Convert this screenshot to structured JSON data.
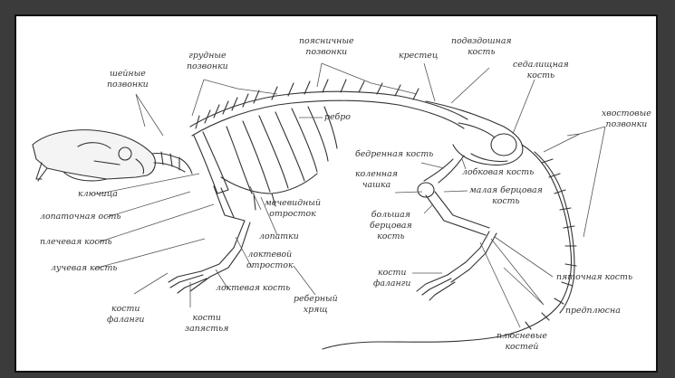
{
  "diagram": {
    "labels": {
      "cervical": "шейные\nпозвонки",
      "thoracic": "грудные\nпозвонки",
      "lumbar": "поясничные\nпозвонки",
      "sacrum": "крестец",
      "ilium": "подвздошная\nкость",
      "ischium": "седалищная\nкость",
      "rib": "ребро",
      "caudal": "хвостовые\nпозвонки",
      "clavicle": "ключица",
      "scapula_spine": "лопаточная ость",
      "humerus": "плечевая кость",
      "radius": "лучевая кость",
      "phalanges_front": "кости\nфаланги",
      "carpal": "кости\nзапястья",
      "ulna": "локтевая кость",
      "olecranon": "локтевой\nотросток",
      "scapulae": "лопатки",
      "xiphoid": "мечевидный\nотросток",
      "costal_cartilage": "реберный\nхрящ",
      "femur": "бедренная кость",
      "patella": "коленная\nчашка",
      "pubis": "лобковая кость",
      "fibula": "малая берцовая\nкость",
      "tibia": "большая\nберцовая\nкость",
      "phalanges_hind": "кости\nфаланги",
      "calcaneus": "пяточная кость",
      "tarsus": "предплюсна",
      "metatarsal": "плюсневые\nкостей"
    }
  }
}
